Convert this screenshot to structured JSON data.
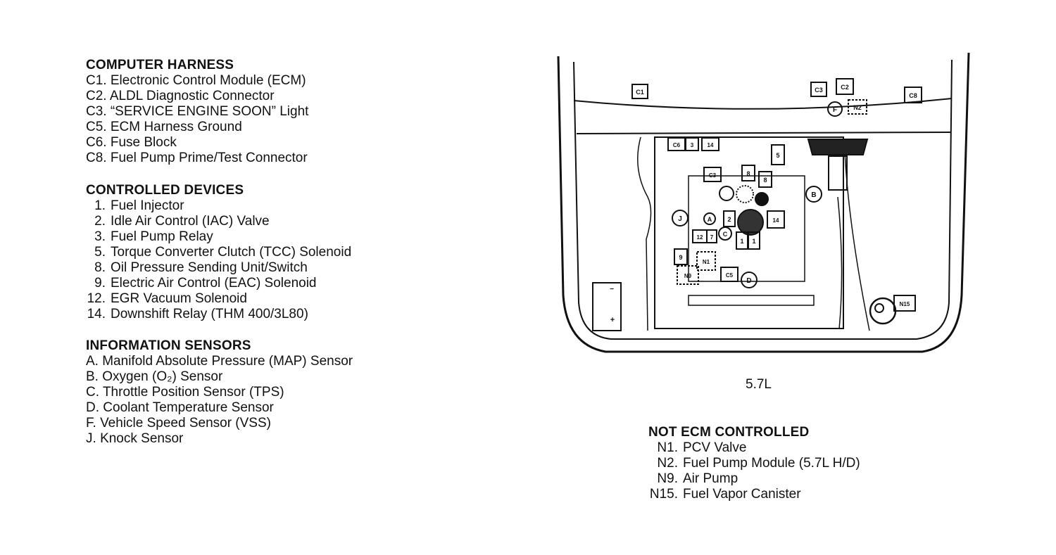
{
  "computer_harness": {
    "heading": "COMPUTER HARNESS",
    "items": [
      {
        "code": "C1.",
        "label": "Electronic Control Module (ECM)"
      },
      {
        "code": "C2.",
        "label": "ALDL Diagnostic Connector"
      },
      {
        "code": "C3.",
        "label": "“SERVICE ENGINE SOON” Light"
      },
      {
        "code": "C5.",
        "label": "ECM Harness Ground"
      },
      {
        "code": "C6.",
        "label": "Fuse Block"
      },
      {
        "code": "C8.",
        "label": "Fuel Pump Prime/Test Connector"
      }
    ]
  },
  "controlled_devices": {
    "heading": "CONTROLLED DEVICES",
    "items": [
      {
        "code": "1.",
        "label": "Fuel Injector"
      },
      {
        "code": "2.",
        "label": "Idle Air Control (IAC) Valve"
      },
      {
        "code": "3.",
        "label": "Fuel Pump Relay"
      },
      {
        "code": "5.",
        "label": "Torque Converter Clutch (TCC) Solenoid"
      },
      {
        "code": "8.",
        "label": "Oil Pressure Sending Unit/Switch"
      },
      {
        "code": "9.",
        "label": "Electric Air Control (EAC) Solenoid"
      },
      {
        "code": "12.",
        "label": "EGR Vacuum Solenoid"
      },
      {
        "code": "14.",
        "label": "Downshift Relay (THM 400/3L80)"
      }
    ]
  },
  "information_sensors": {
    "heading": "INFORMATION SENSORS",
    "items": [
      {
        "code": "A.",
        "label": "Manifold Absolute Pressure (MAP) Sensor"
      },
      {
        "code": "B.",
        "label": "Oxygen (O₂) Sensor"
      },
      {
        "code": "C.",
        "label": "Throttle Position Sensor (TPS)"
      },
      {
        "code": "D.",
        "label": "Coolant Temperature Sensor"
      },
      {
        "code": "F.",
        "label": "Vehicle Speed Sensor (VSS)"
      },
      {
        "code": "J.",
        "label": "Knock Sensor"
      }
    ]
  },
  "not_ecm_controlled": {
    "heading": "NOT ECM CONTROLLED",
    "items": [
      {
        "code": "N1.",
        "label": "PCV Valve"
      },
      {
        "code": "N2.",
        "label": "Fuel Pump Module (5.7L H/D)"
      },
      {
        "code": "N9.",
        "label": "Air Pump"
      },
      {
        "code": "N15.",
        "label": "Fuel Vapor Canister"
      }
    ]
  },
  "diagram": {
    "caption": "5.7L",
    "labels": {
      "c1": "C1",
      "c3": "C3",
      "c2": "C2",
      "c8": "C8",
      "f": "F",
      "n2": "N2",
      "c6": "C6",
      "three": "3",
      "fourteen": "14",
      "five": "5",
      "c3b": "C3",
      "eight": "8",
      "eight2": "8",
      "b": "B",
      "j": "J",
      "a": "A",
      "two": "2",
      "c": "C",
      "twelve": "12",
      "seven": "7",
      "nine14": "14",
      "one1": "1",
      "one2": "1",
      "nine": "9",
      "n9": "N9",
      "n1": "N1",
      "c5": "C5",
      "d": "D",
      "n15": "N15",
      "minus": "−",
      "plus": "+"
    }
  }
}
